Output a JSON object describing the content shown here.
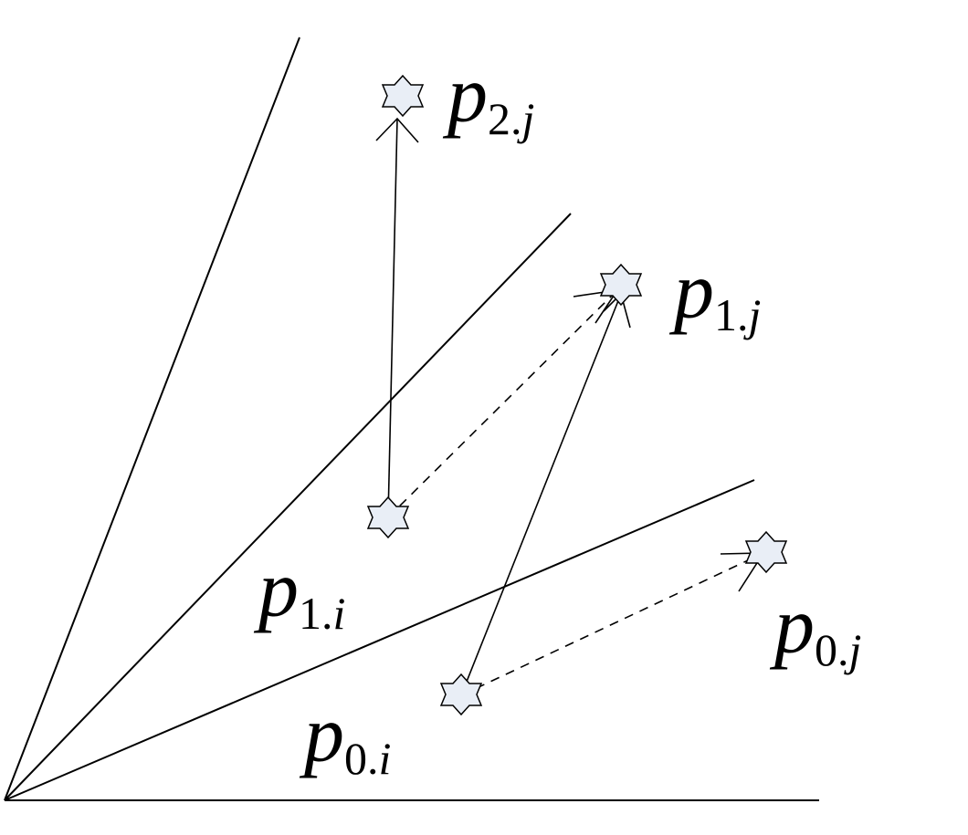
{
  "colors": {
    "stroke": "#000000",
    "point_fill": "#e9eef6",
    "background": "#ffffff"
  },
  "points": [
    {
      "id": "p2j",
      "letter": "p",
      "sub_num": "2",
      "sub_sep": ".",
      "sub_idx": "j"
    },
    {
      "id": "p1j",
      "letter": "p",
      "sub_num": "1",
      "sub_sep": ".",
      "sub_idx": "j"
    },
    {
      "id": "p1i",
      "letter": "p",
      "sub_num": "1",
      "sub_sep": ".",
      "sub_idx": "i"
    },
    {
      "id": "p0j",
      "letter": "p",
      "sub_num": "0",
      "sub_sep": ".",
      "sub_idx": "j"
    },
    {
      "id": "p0i",
      "letter": "p",
      "sub_num": "0",
      "sub_sep": ".",
      "sub_idx": "i"
    }
  ],
  "edges": [
    {
      "from": "p1i",
      "to": "p2j",
      "style": "solid"
    },
    {
      "from": "p0i",
      "to": "p1j",
      "style": "solid"
    },
    {
      "from": "p1i",
      "to": "p1j",
      "style": "dashed"
    },
    {
      "from": "p0i",
      "to": "p0j",
      "style": "dashed"
    }
  ]
}
